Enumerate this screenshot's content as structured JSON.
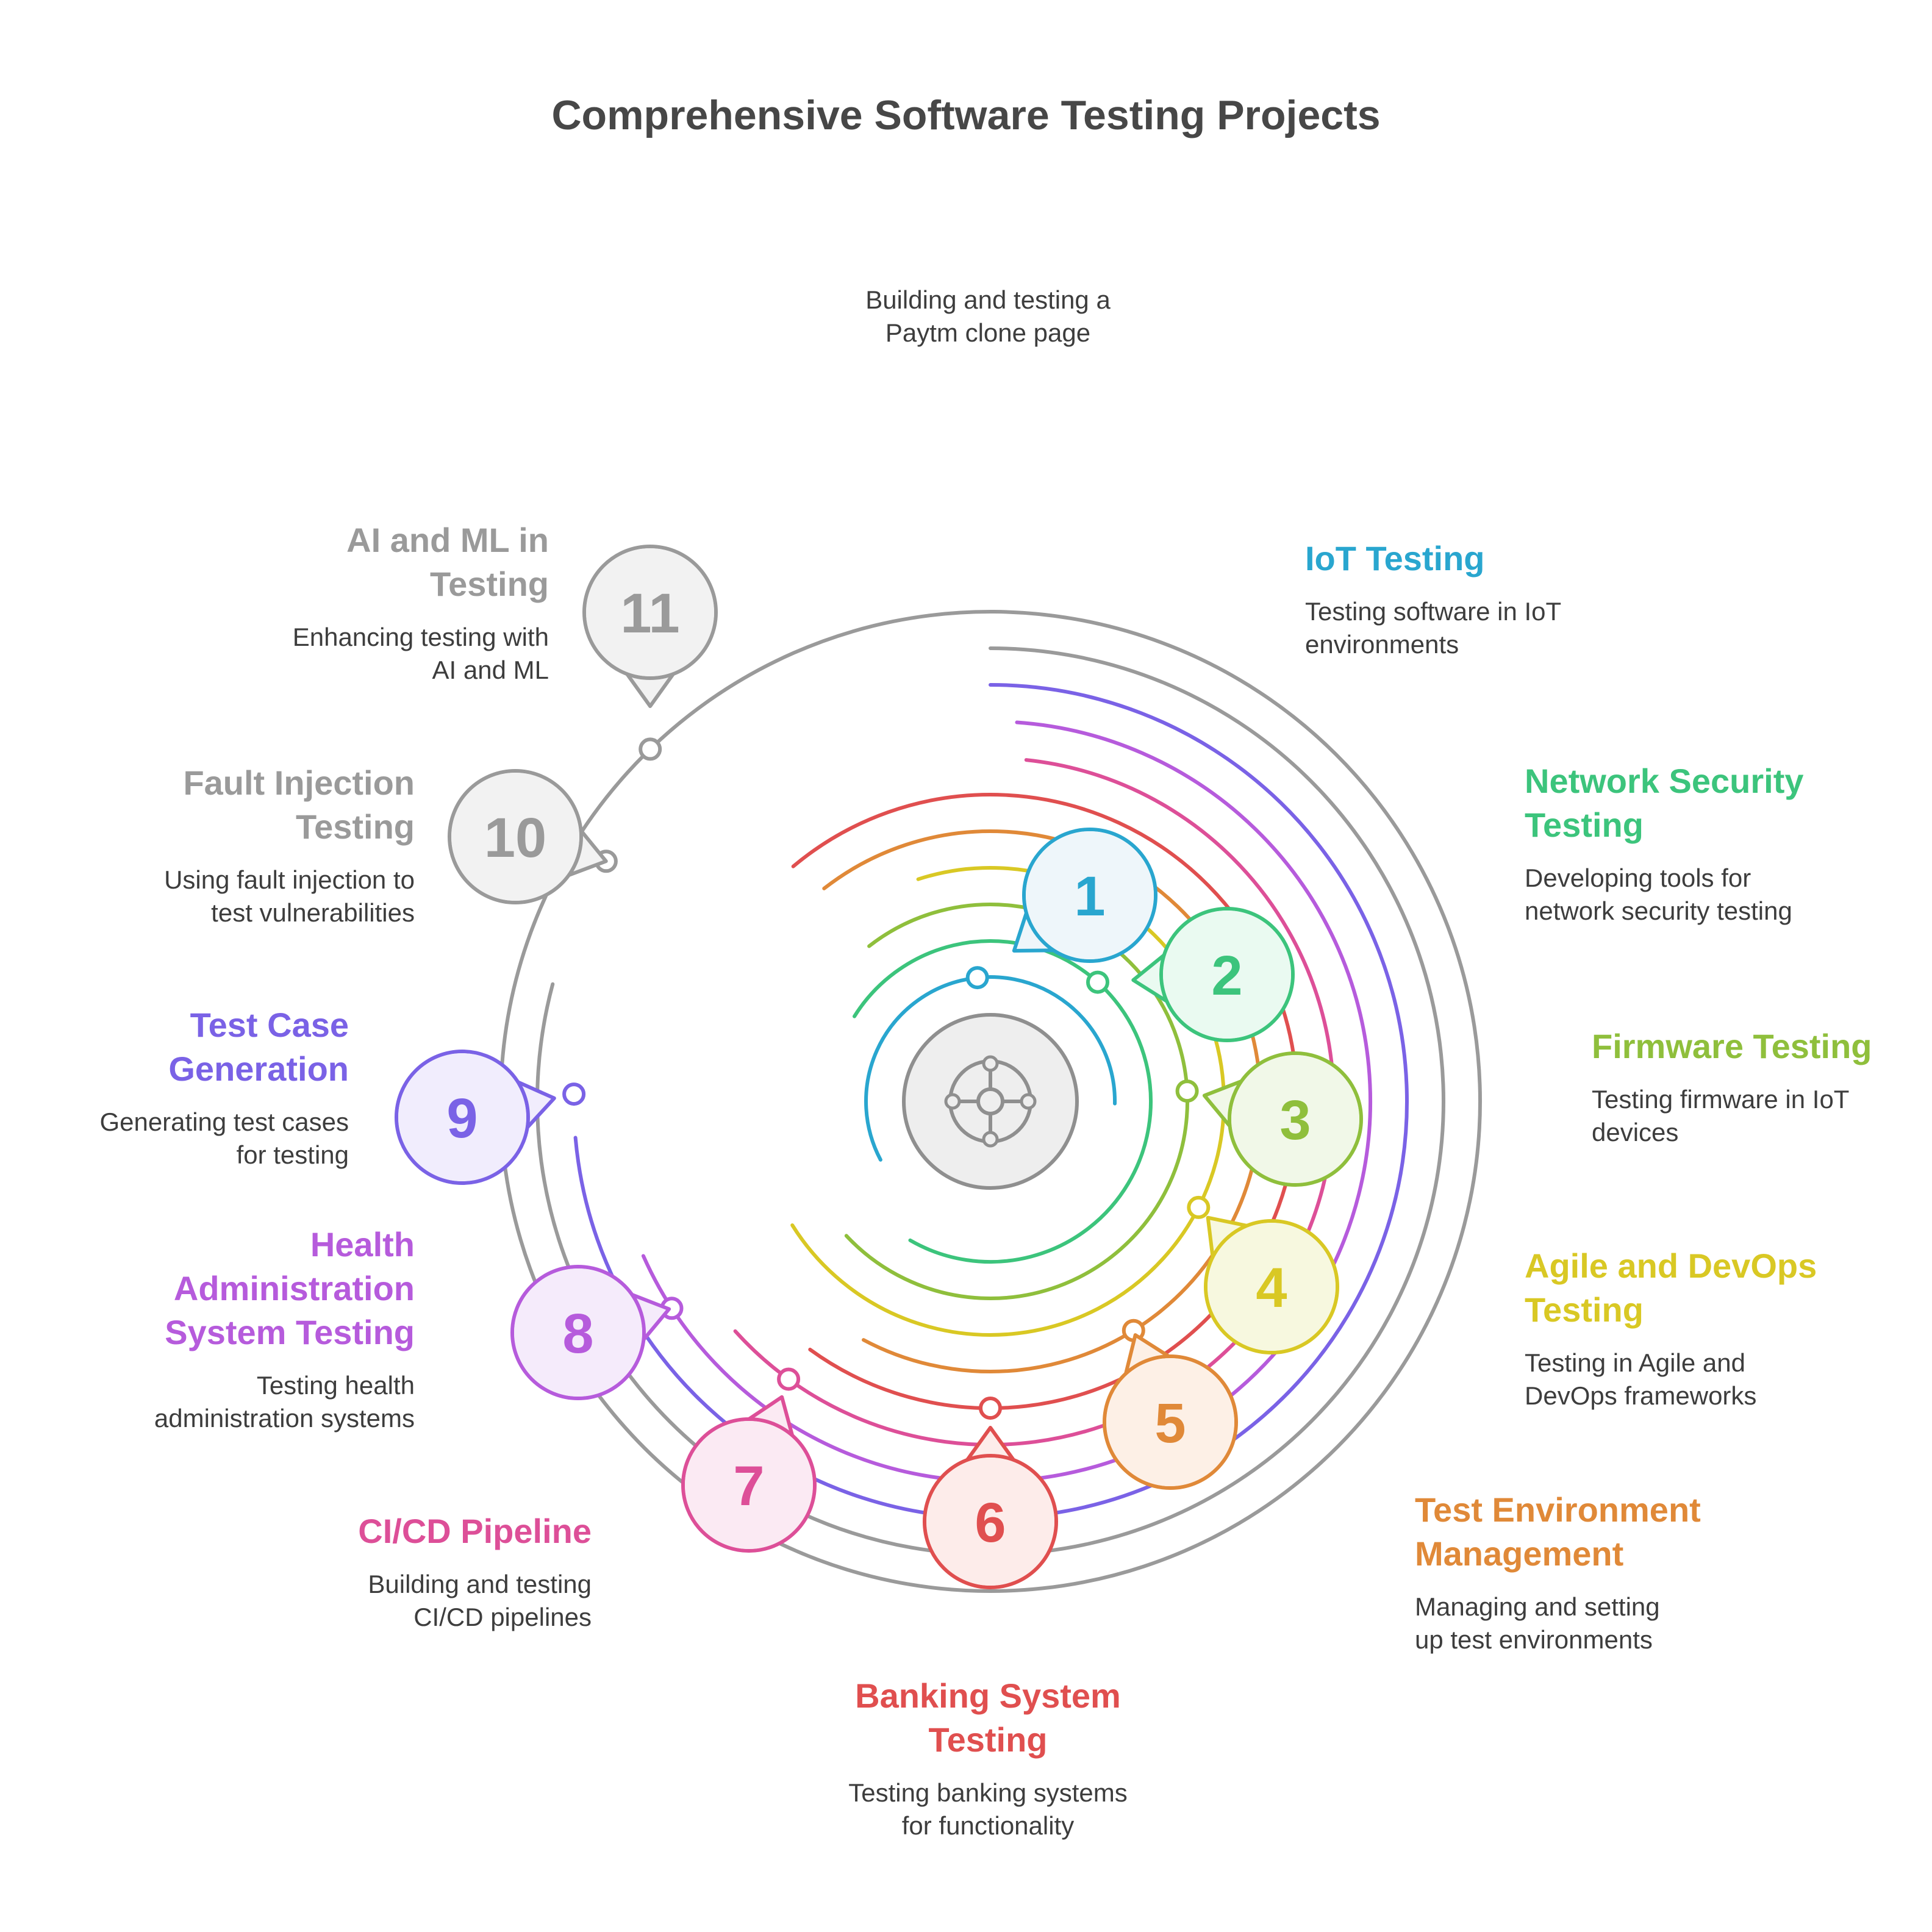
{
  "title": "Comprehensive Software Testing Projects",
  "unlabeled_note": "Building and testing a\nPaytm clone page",
  "center_icon": "hub-icon",
  "items": [
    {
      "number": "1",
      "title": "IoT Testing",
      "desc": "Testing software in IoT\nenvironments",
      "color": "#29a6cf"
    },
    {
      "number": "2",
      "title": "Network Security\nTesting",
      "desc": "Developing tools for\nnetwork security testing",
      "color": "#3cc47c"
    },
    {
      "number": "3",
      "title": "Firmware Testing",
      "desc": "Testing firmware in IoT\ndevices",
      "color": "#8fbf3c"
    },
    {
      "number": "4",
      "title": "Agile and DevOps\nTesting",
      "desc": "Testing in Agile and\nDevOps frameworks",
      "color": "#d9c824"
    },
    {
      "number": "5",
      "title": "Test Environment\nManagement",
      "desc": "Managing and setting\nup test environments",
      "color": "#e08938"
    },
    {
      "number": "6",
      "title": "Banking System\nTesting",
      "desc": "Testing banking systems\nfor functionality",
      "color": "#e04f4f"
    },
    {
      "number": "7",
      "title": "CI/CD Pipeline",
      "desc": "Building and testing\nCI/CD pipelines",
      "color": "#dd4f98"
    },
    {
      "number": "8",
      "title": "Health\nAdministration\nSystem Testing",
      "desc": "Testing health\nadministration systems",
      "color": "#b65bdc"
    },
    {
      "number": "9",
      "title": "Test Case\nGeneration",
      "desc": "Generating test cases\nfor testing",
      "color": "#7a62e6"
    },
    {
      "number": "10",
      "title": "Fault Injection\nTesting",
      "desc": "Using fault injection to\ntest vulnerabilities",
      "color": "#9a9a9a"
    },
    {
      "number": "11",
      "title": "AI and ML in\nTesting",
      "desc": "Enhancing testing with\nAI and ML",
      "color": "#9a9a9a"
    }
  ]
}
